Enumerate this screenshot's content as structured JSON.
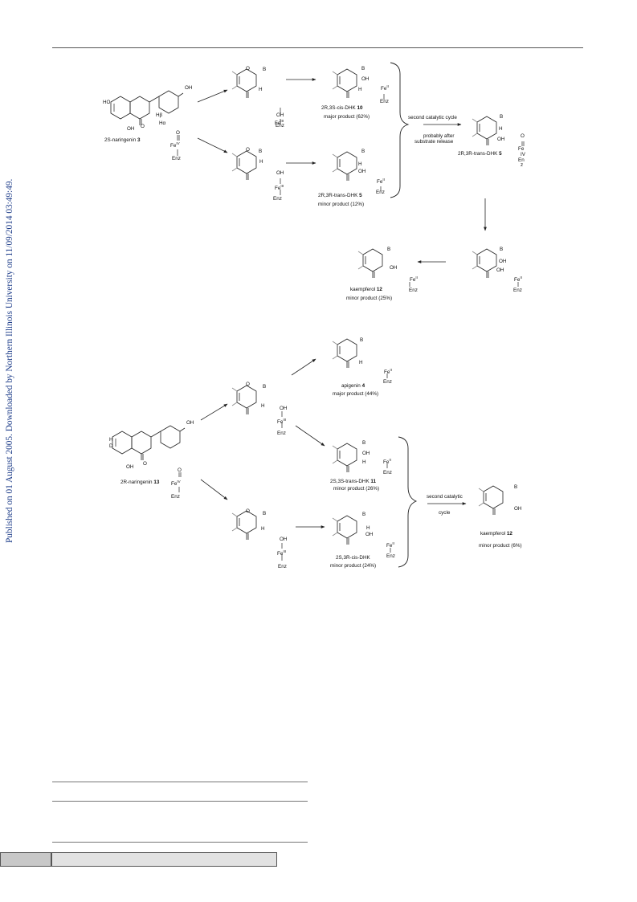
{
  "sidebar": {
    "watermark": "Published on 01 August 2005. Downloaded by Northern Illinois University on 11/09/2014 03:49:49."
  },
  "scheme1": {
    "start_label": "2S-naringenin",
    "start_num": "3",
    "cis_dhk_label": "2R,3S-cis-DHK",
    "cis_dhk_num": "10",
    "cis_dhk_note": "major product (62%)",
    "trans_dhk_label": "2R,3R-trans-DHK",
    "trans_dhk_num": "5",
    "trans_dhk_note": "minor product (12%)",
    "second_cycle": "second catalytic cycle",
    "release_note_1": "probably after",
    "release_note_2": "substrate release",
    "trans_dhk5_label": "2R,3R-trans-DHK",
    "trans_dhk5_num": "5",
    "kaempferol_label": "kaempferol",
    "kaempferol_num": "12",
    "kaempferol_note": "minor product (25%)"
  },
  "scheme2": {
    "start_label": "2R-naringenin",
    "start_num": "13",
    "apigenin_label": "apigenin",
    "apigenin_num": "4",
    "apigenin_note": "major product (44%)",
    "trans_label": "2S,3S-trans-DHK",
    "trans_num": "11",
    "trans_note": "minor product (26%)",
    "cis_label": "2S,3R-cis-DHK",
    "cis_note": "minor product (24%)",
    "second_cycle_1": "second catalytic",
    "second_cycle_2": "cycle",
    "kaempferol_label": "kaempferol",
    "kaempferol_num": "12",
    "kaempferol_note": "minor product (6%)"
  },
  "atoms": {
    "B": "B",
    "H": "H",
    "OH": "OH",
    "HO": "HO",
    "O": "O",
    "Fe": "Fe",
    "Fe_III": "III",
    "Fe_II": "II",
    "Fe_IV": "IV",
    "Enz": "Enz",
    "En": "En",
    "z": "z",
    "Ha": "Hα",
    "Hb": "Hβ",
    "D": "D"
  }
}
